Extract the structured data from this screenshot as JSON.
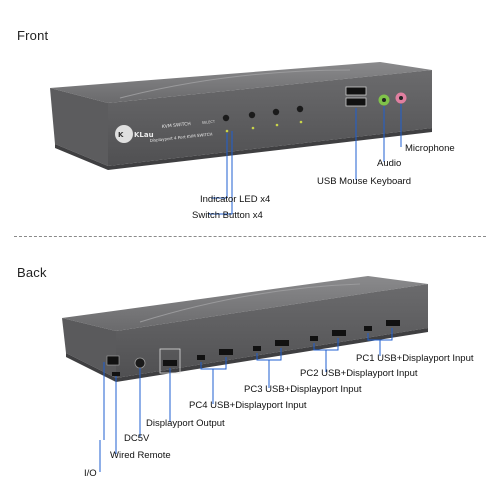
{
  "sections": {
    "front": "Front",
    "back": "Back"
  },
  "device": {
    "logo": "KLau",
    "front_model_line1": "KVM SWITCH",
    "front_model_line2": "Displayport 4 Port KVM SWITCH",
    "select_label": "SELECT"
  },
  "front_callouts": {
    "microphone": "Microphone",
    "audio": "Audio",
    "usb_mouse_keyboard": "USB Mouse Keyboard",
    "indicator_led": "Indicator LED x4",
    "switch_button": "Switch Button x4"
  },
  "back_callouts": {
    "pc1": "PC1 USB+Displayport Input",
    "pc2": "PC2 USB+Displayport Input",
    "pc3": "PC3 USB+Displayport Input",
    "pc4": "PC4 USB+Displayport Input",
    "displayport_output": "Displayport Output",
    "dc5v": "DC5V",
    "wired_remote": "Wired Remote",
    "io": "I/O"
  },
  "colors": {
    "device_body": "#6e6e70",
    "device_dark": "#4a4a4c",
    "callout_line": "#1f5fd0"
  }
}
